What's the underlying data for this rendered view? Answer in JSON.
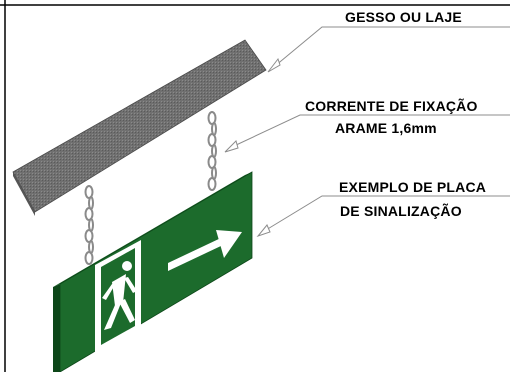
{
  "labels": {
    "ceiling": "GESSO OU LAJE",
    "chain": "CORRENTE DE FIXAÇÃO",
    "wire": "ARAME 1,6mm",
    "sign_line1": "EXEMPLO DE PLACA",
    "sign_line2": "DE SINALIZAÇÃO"
  },
  "colors": {
    "sign_face": "#1c6b2c",
    "sign_edge": "#0d4719",
    "ceiling_beam": "#6e6e6e",
    "chain": "#8a8a8a",
    "frame": "#000000",
    "leader": "#8c8c8c"
  },
  "icons": {
    "running_man": "emergency-exit-running-man-icon",
    "arrow": "arrow-right-icon"
  }
}
